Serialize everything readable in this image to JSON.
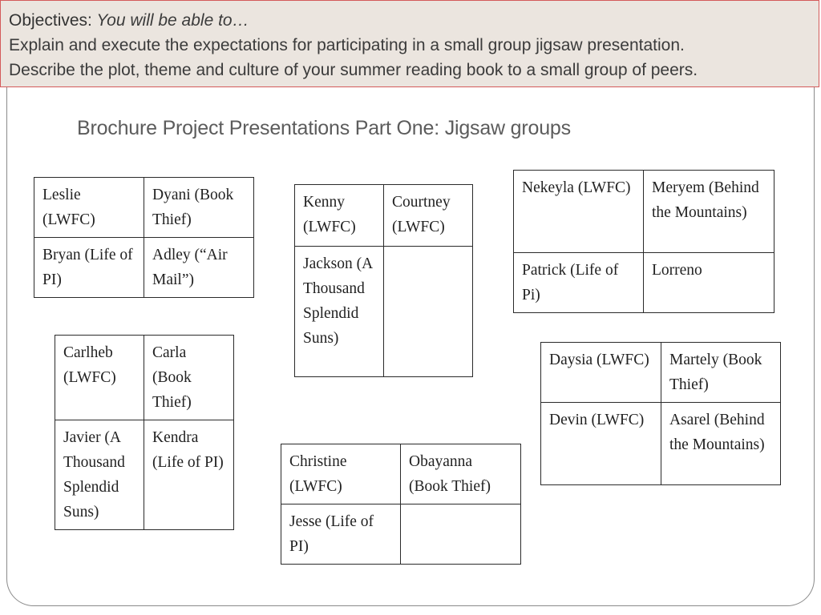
{
  "objectives": {
    "heading": "Objectives:",
    "lead": " You will be able to…",
    "line1": "Explain and execute the expectations for participating in a small group jigsaw presentation.",
    "line2": "Describe the plot, theme and culture of your summer reading book to a small group of peers."
  },
  "title": "Brochure Project Presentations Part One: Jigsaw groups",
  "groups": [
    {
      "cells": [
        "Leslie (LWFC)",
        "Dyani (Book Thief)",
        "Bryan (Life of PI)",
        "Adley (“Air Mail”)"
      ]
    },
    {
      "cells": [
        "Kenny (LWFC)",
        "Courtney (LWFC)",
        "Jackson (A Thousand Splendid Suns)",
        ""
      ]
    },
    {
      "cells": [
        "Nekeyla (LWFC)",
        "Meryem (Behind the Mountains)",
        "Patrick (Life of Pi)",
        "Lorreno"
      ]
    },
    {
      "cells": [
        "Carlheb (LWFC)",
        "Carla (Book Thief)",
        "Javier (A Thousand Splendid Suns)",
        "Kendra (Life of PI)"
      ]
    },
    {
      "cells": [
        "Daysia (LWFC)",
        "Martely (Book Thief)",
        "Devin (LWFC)",
        "Asarel (Behind the Mountains)"
      ]
    },
    {
      "cells": [
        "Christine (LWFC)",
        "Obayanna (Book Thief)",
        "Jesse (Life of PI)",
        ""
      ]
    }
  ]
}
